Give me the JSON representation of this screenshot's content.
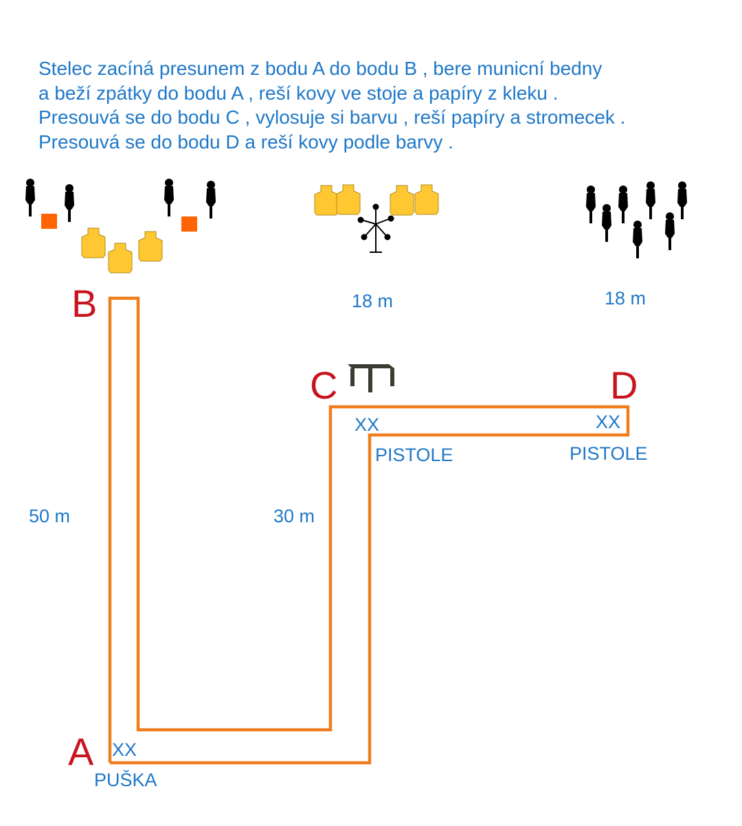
{
  "instructions": [
    "Stelec zacíná presunem z bodu A do bodu B , bere municní bedny",
    "a beží zpátky do bodu A , reší kovy ve stoje a papíry z kleku .",
    "Presouvá se do bodu C , vylosuje si barvu , reší papíry a stromecek .",
    "Presouvá se do bodu D a reší kovy podle barvy ."
  ],
  "points": {
    "a": "A",
    "b": "B",
    "c": "C",
    "d": "D"
  },
  "distances": {
    "left": "50 m",
    "middle": "30 m",
    "tree_group": "18 m",
    "steel_group": "18 m"
  },
  "positions": {
    "a": {
      "mark": "XX",
      "label": "PUŠKA"
    },
    "c": {
      "mark": "XX",
      "label": "PISTOLE"
    },
    "d": {
      "mark": "XX",
      "label": "PISTOLE"
    }
  },
  "colors": {
    "text": "#1f78c8",
    "point_letters": "#c8141e",
    "path": "#f07d1e",
    "paper_targets": "#ffc832",
    "steel_targets": "#000000",
    "ammo_boxes": "#ff6400",
    "table": "#3c3c32"
  }
}
